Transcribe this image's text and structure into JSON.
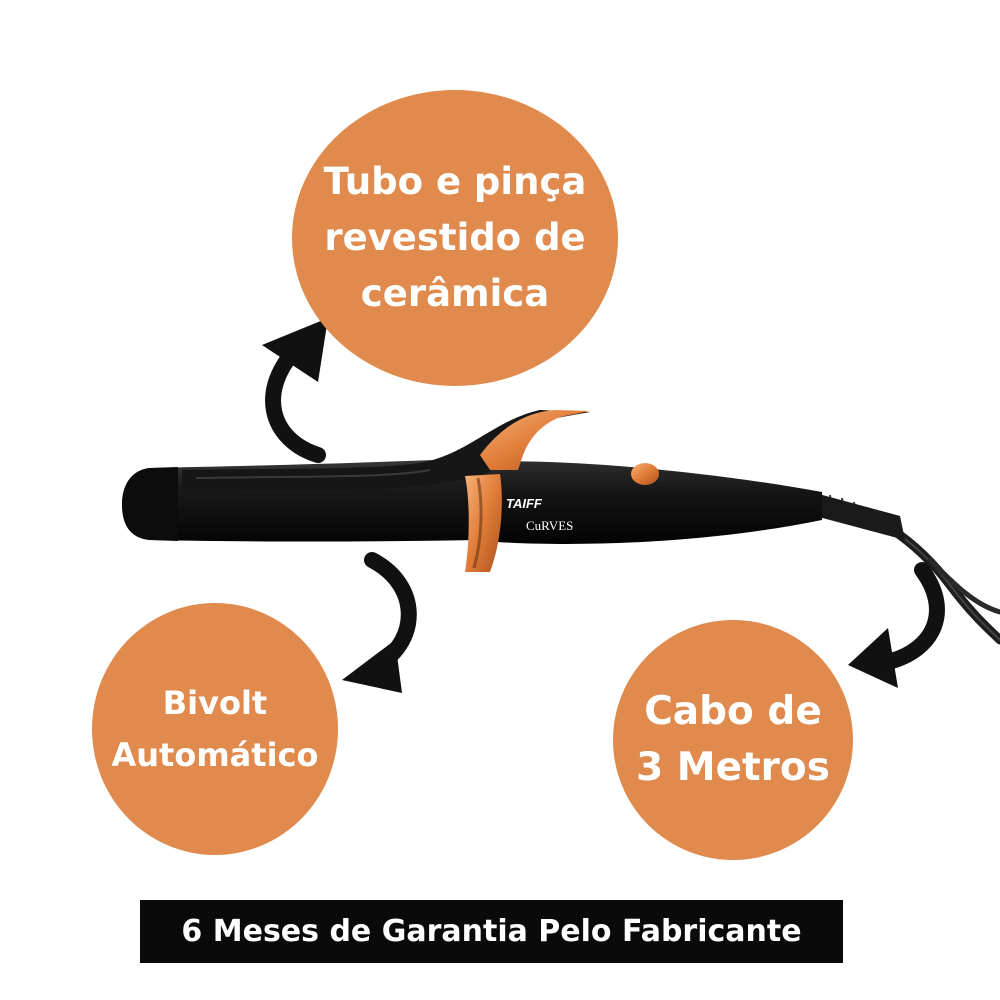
{
  "features": {
    "top": {
      "lines": [
        "Tubo e pinça",
        "revestido de",
        "cerâmica"
      ]
    },
    "left": {
      "lines": [
        "Bivolt",
        "Automático"
      ]
    },
    "right": {
      "lines": [
        "Cabo de",
        "3 Metros"
      ]
    }
  },
  "product": {
    "brand_logo": "TAIFF",
    "model_logo": "CuRVES"
  },
  "banner": {
    "text": "6 Meses de Garantia Pelo Fabricante"
  },
  "colors": {
    "circle": "#e08a4e",
    "accent": "#e8904f",
    "body": "#121212",
    "banner_bg": "#0a0a0a"
  }
}
